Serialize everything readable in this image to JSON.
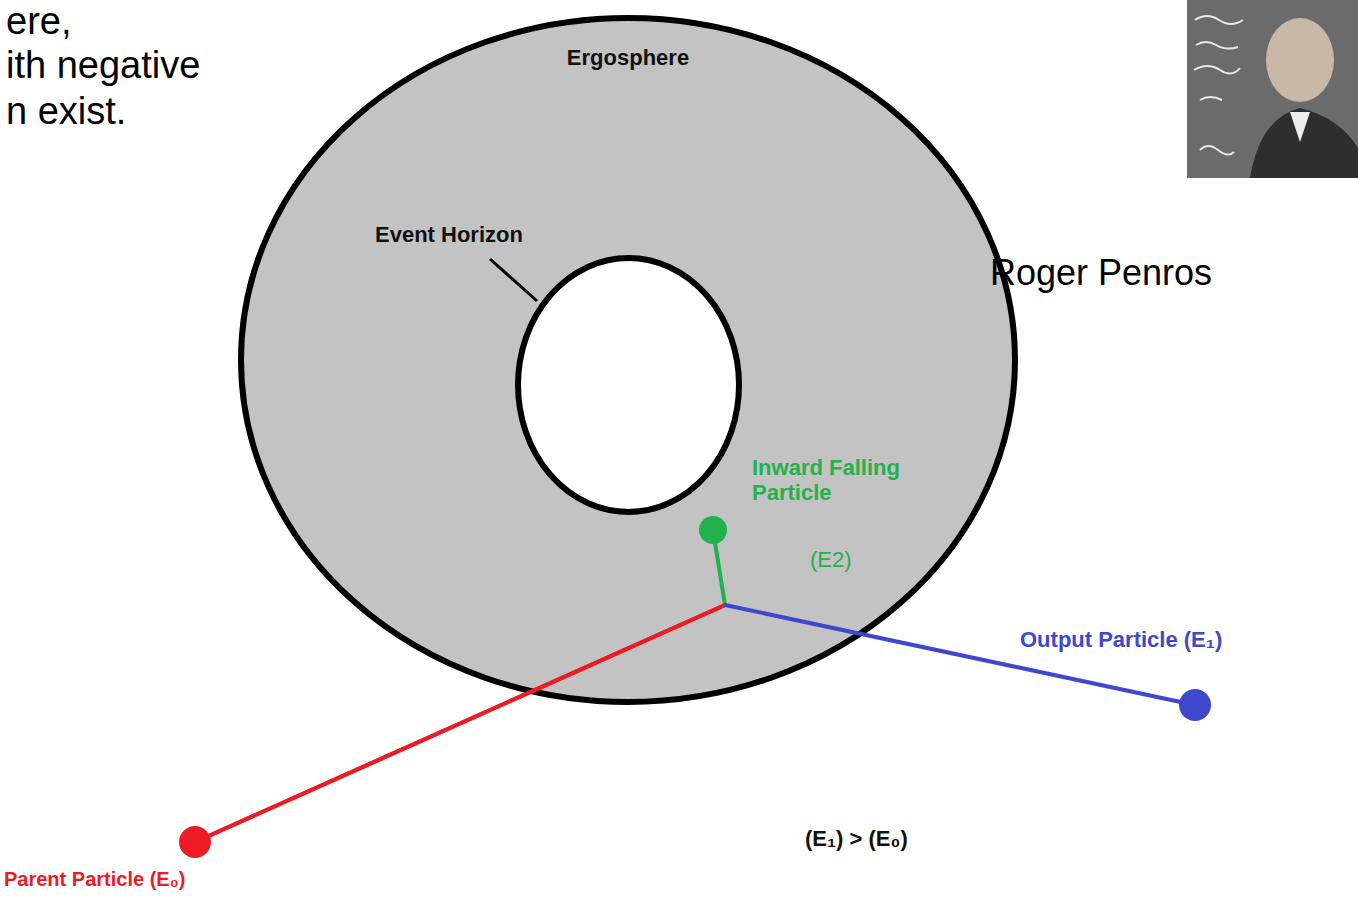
{
  "diagram": {
    "nodes": [
      {
        "text": [
          "Ergosphere"
        ]
      },
      {
        "text": [
          "Event Horizon"
        ],
        "in": 0
      },
      {
        "text": [
          "Inward Falling Particle",
          "(E2)"
        ],
        "in": 0
      },
      {
        "text": [
          "Output Particle (E₁)"
        ]
      },
      {
        "text": [
          "Parent Particle (E₀)"
        ]
      }
    ],
    "edges": [
      {
        "from": 4,
        "to": 2,
        "arrow": "none"
      },
      {
        "from": 4,
        "to": 3,
        "arrow": "none"
      }
    ],
    "labels": [
      "ere,",
      "ith negative",
      "n exist.",
      "Roger Penros",
      "(E₁) > (E₀)"
    ]
  }
}
